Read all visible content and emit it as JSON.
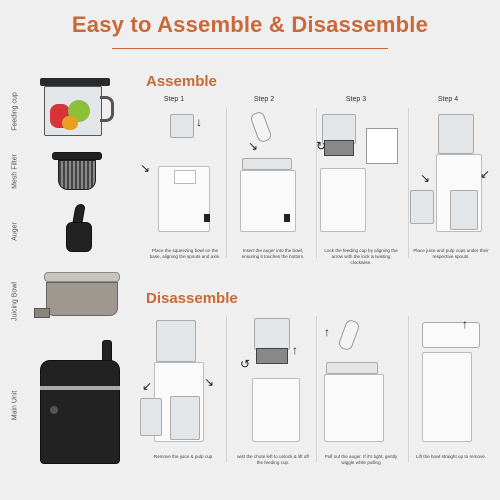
{
  "title": "Easy to Assemble & Disassemble",
  "sections": {
    "assemble": "Assemble",
    "disassemble": "Disassemble"
  },
  "parts": [
    {
      "label": "Feeding cup"
    },
    {
      "label": "Mesh Filter"
    },
    {
      "label": "Auger"
    },
    {
      "label": "Juicing Bowl"
    },
    {
      "label": "Main Unit"
    }
  ],
  "assemble_steps": [
    {
      "label": "Step 1",
      "caption": "Place the squeezing bowl on the base, aligning the spouts and axle."
    },
    {
      "label": "Step 2",
      "caption": "Insert the auger into the bowl, ensuring it touches the bottom."
    },
    {
      "label": "Step 3",
      "caption": "Lock the feeding cup by aligning the arrow with the lock & twisting clockwise."
    },
    {
      "label": "Step 4",
      "caption": "Place juice and pulp cups under their respective spouts."
    }
  ],
  "disassemble_steps": [
    {
      "caption": "Remove the juice & pulp cup"
    },
    {
      "caption": "wist the chute left to unlock & lift off the feeding cup."
    },
    {
      "caption": "Pull out the auger. If it's tight, gently wiggle while pulling"
    },
    {
      "caption": "Lift the bowl straight up to remove."
    }
  ],
  "colors": {
    "accent": "#c8693a",
    "background": "#efefef"
  }
}
